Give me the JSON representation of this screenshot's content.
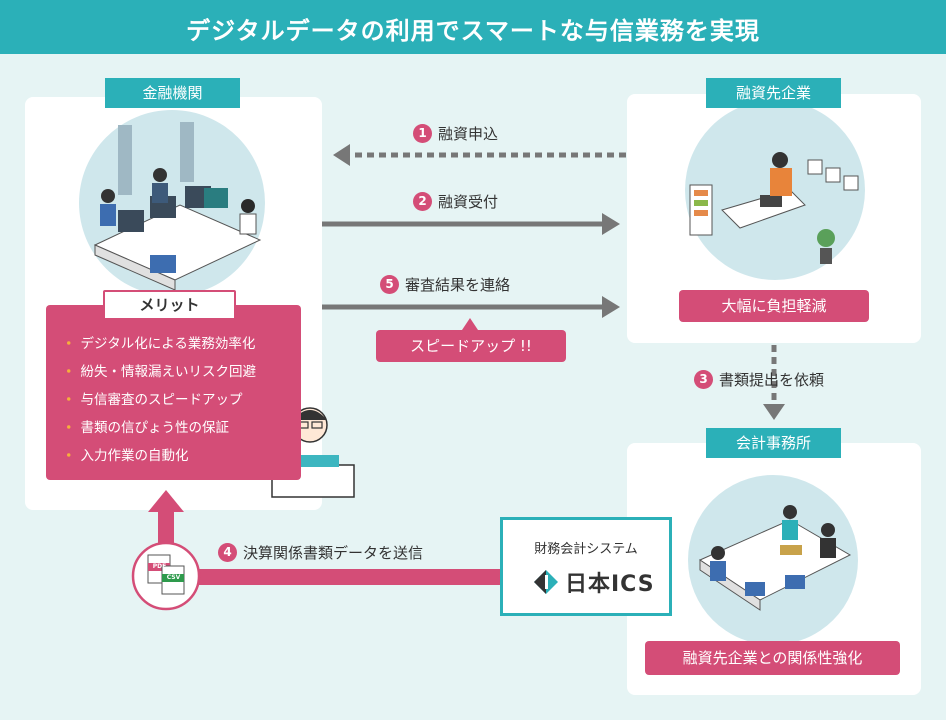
{
  "header": {
    "title": "デジタルデータの利用でスマートな与信業務を実現"
  },
  "bank": {
    "tag": "金融機関",
    "merit_title": "メリット",
    "merits": [
      "デジタル化による業務効率化",
      "紛失・情報漏えいリスク回避",
      "与信審査のスピードアップ",
      "書類の信ぴょう性の保証",
      "入力作業の自動化"
    ]
  },
  "company": {
    "tag": "融資先企業",
    "benefit": "大幅に負担軽減"
  },
  "accounting": {
    "tag": "会計事務所",
    "benefit": "融資先企業との関係性強化"
  },
  "steps": {
    "s1": {
      "num": "1",
      "label": "融資申込"
    },
    "s2": {
      "num": "2",
      "label": "融資受付"
    },
    "s3": {
      "num": "3",
      "label": "書類提出を依頼"
    },
    "s4": {
      "num": "4",
      "label": "決算関係書類データを送信"
    },
    "s5": {
      "num": "5",
      "label": "審査結果を連絡"
    }
  },
  "speedup": "スピードアップ !!",
  "system": {
    "caption": "財務会計システム",
    "brand": "日本ICS"
  },
  "file_icons": {
    "pdf": "PDF",
    "csv": "CSV"
  },
  "colors": {
    "teal": "#2bb0b8",
    "pink": "#d44d77",
    "bg": "#e6f4f4",
    "arrow": "#777777"
  }
}
